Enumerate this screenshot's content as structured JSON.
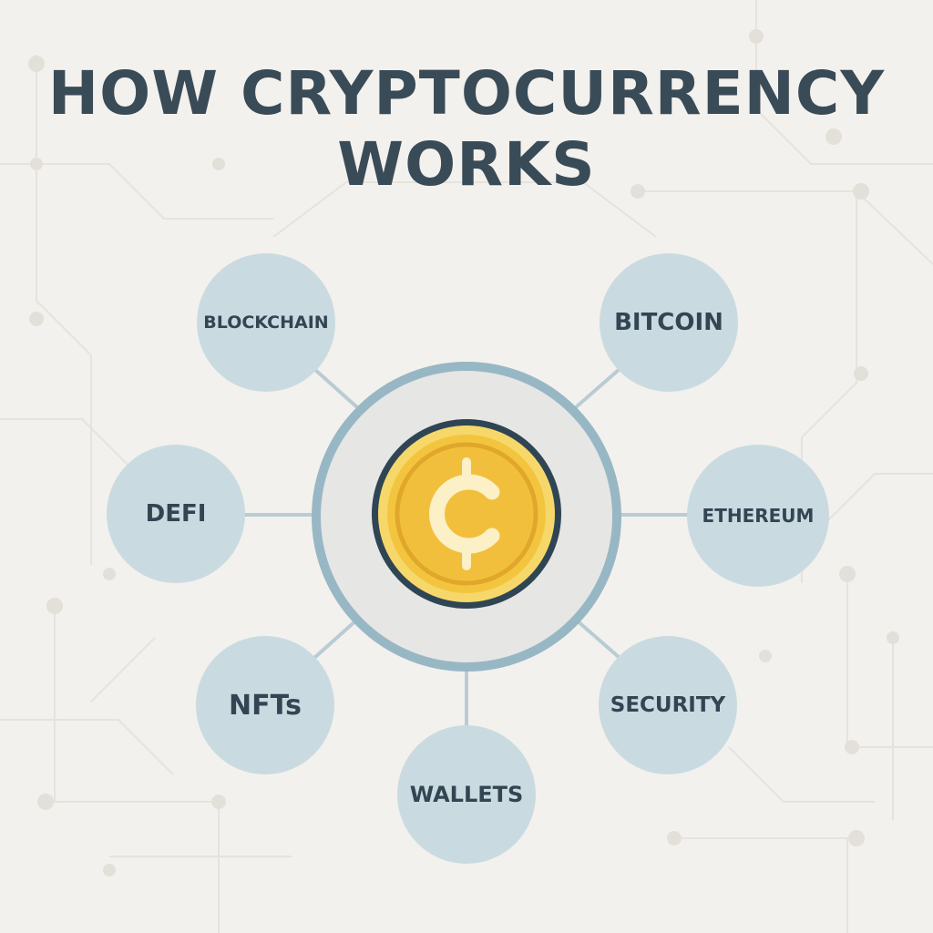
{
  "title": {
    "line1": "HOW CRYPTOCURRENCY",
    "line2": "WORKS"
  },
  "hub": {
    "icon": "cent-coin-icon"
  },
  "topics": [
    {
      "label": "BLOCKCHAIN"
    },
    {
      "label": "BITCOIN"
    },
    {
      "label": "DEFI"
    },
    {
      "label": "ETHEREUM"
    },
    {
      "label": "NFTs"
    },
    {
      "label": "SECURITY"
    },
    {
      "label": "WALLETS"
    }
  ],
  "colors": {
    "background": "#f3f1ed",
    "title_text": "#3a4b58",
    "node_fill": "#c9dbe1",
    "connector": "#b8ccd4",
    "hub_ring": "#98b7c5",
    "coin_gold": "#f3c53f",
    "coin_outline": "#2f4554"
  }
}
